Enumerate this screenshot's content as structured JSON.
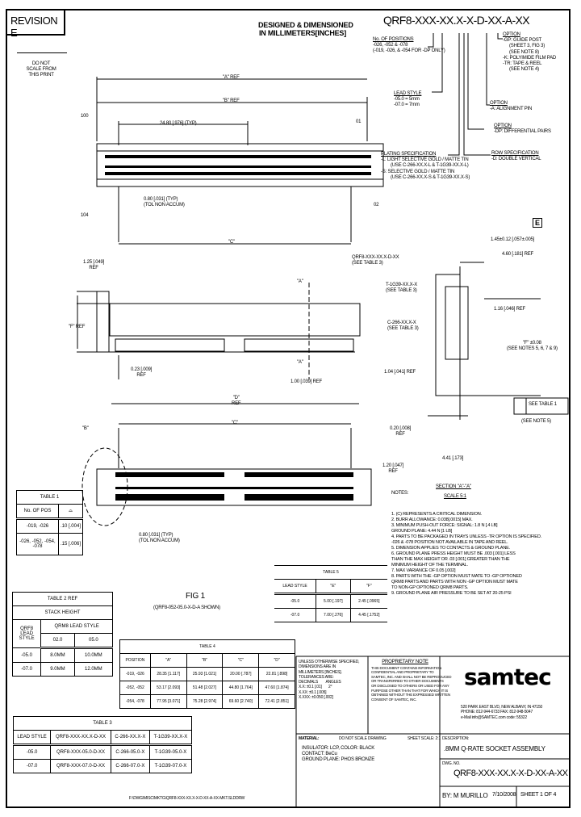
{
  "revision": "REVISION E",
  "do_not_scale": [
    "DO NOT",
    "SCALE FROM",
    "THIS PRINT"
  ],
  "header": {
    "designed": [
      "DESIGNED & DIMENSIONED",
      "IN MILLIMETERS[INCHES]"
    ],
    "part_number": "QRF8-XXX-XX.X-X-D-XX-A-XX"
  },
  "part_callouts": {
    "positions": {
      "title": "No. OF POSITIONS",
      "values": [
        "-026, -052 & -078",
        "(-019, -026, & -054 FOR -DP ONLY)"
      ]
    },
    "lead_style": {
      "title": "LEAD STYLE",
      "values": [
        "-05.0 = 5mm",
        "-07.0 = 7mm"
      ]
    },
    "plating": {
      "title": "PLATING SPECIFICATION",
      "values": [
        "-L: LIGHT SELECTIVE GOLD / MATTE TIN",
        "(USE C-266-XX.X-L & T-1G39-XX.X-L)",
        "-S: SELECTIVE GOLD / MATTE TIN",
        "(USE C-266-XX.X-S & T-1G39-XX.X-S)"
      ]
    },
    "row_spec": {
      "title": "ROW SPECIFICATION",
      "values": [
        "-D: DOUBLE VERTICAL"
      ]
    },
    "option_dp": {
      "title": "OPTION",
      "values": [
        "-DP: DIFFERENTIAL PAIRS"
      ]
    },
    "option_a": {
      "title": "OPTION",
      "values": [
        "-A: ALIGNMENT PIN"
      ]
    },
    "option_main": {
      "title": "OPTION",
      "values": [
        "-GP: GUIDE POST",
        "(SHEET 3, FIG 3)",
        "(SEE NOTE 8)",
        "-K: POLYIMIDE FILM PAD",
        "-TR: TAPE & REEL",
        "(SEE NOTE 4)"
      ]
    }
  },
  "top_view": {
    "dim_a": "\"A\" REF",
    "dim_b": "\"B\" REF",
    "pitch": "24.80 [.976] (TYP)",
    "dim_c": "\"C\"",
    "pin_spacing": [
      "0.80 [.031] (TYP)",
      "(TOL NON ACCUM)"
    ],
    "labels": [
      "100",
      "104",
      "01",
      "02"
    ]
  },
  "side_view": {
    "top": [
      "1.25 [.049]",
      "REF"
    ],
    "height": "\"F\" REF",
    "bottom": [
      "0.23 [.009]",
      "REF"
    ],
    "right": "1.00 [.039] REF",
    "section_marks": [
      "\"A\"",
      "\"A\""
    ],
    "callout": [
      "QRF8-XXX-XX.X-D-XX",
      "(SEE TABLE 3)"
    ]
  },
  "section_view": {
    "critical_e": "E",
    "width_tol": "1.45±0.12 [.057±.005]",
    "width_ref": "4.60 [.181] REF",
    "terminal": [
      "T-1G39-XX.X-X",
      "(SEE TABLE 3)"
    ],
    "contact": [
      "C-266-XX.X-X",
      "(SEE TABLE 3)"
    ],
    "h1": "1.16 [.046] REF",
    "f_tol": [
      "\"F\" ±0.08",
      "(SEE NOTES 5, 6, 7 & 9)"
    ],
    "h2": "1.04 [.041] REF",
    "see_table": "SEE TABLE 1",
    "see_note": "(SEE NOTE 5)",
    "d1": [
      "0.20 [.008]",
      "REF"
    ],
    "d2": "4.41 [.173]",
    "d3": [
      "1.20 [.047]",
      "REF"
    ],
    "title": "SECTION \"A\"-\"A\"",
    "scale": "SCALE 5:1"
  },
  "bottom_view": {
    "dim_d": [
      "\"D\"",
      "REF"
    ],
    "dim_c": "\"C\"",
    "label_b": "\"B\"",
    "pin_spacing": [
      "0.80 [.031] (TYP)",
      "(TOL NON ACCUM)"
    ],
    "fig_title": "FIG 1",
    "fig_sub": "(QRF8-052-05.0-X-D-A SHOWN)"
  },
  "notes": {
    "title": "NOTES:",
    "items": [
      "1. (C) REPRESENTS A CRITICAL DIMENSION.",
      "2. BURR ALLOWANCE: 0.038[.0015] MAX.",
      "3. MINIMUM PUSH-OUT FORCE: SIGNAL: 1.8 N [.4 LB]",
      "   GROUND PLANE: 4.44 N [1 LB]",
      "4. PARTS TO BE PACKAGED IN TRAYS UNLESS -TR OPTION IS SPECIFIED.",
      "   -026 & -078 POSITION NOT AVAILABLE IN TAPE AND REEL.",
      "5. DIMENSION APPLIES TO CONTACTS & GROUND PLANE.",
      "6. GROUND PLANE PRESS HEIGHT MUST BE .003 [.001] LESS",
      "   THAN THE MAX HEIGHT OR .03 [.001] GREATER THAN THE",
      "   MINIMUM HEIGHT OF THE TERMINAL.",
      "7. MAX VARIANCE OF 0.05 [.002]",
      "8. PARTS WITH THE -GP OPTION MUST MATE TO -GP OPTIONED",
      "   QRM8 PARTS AND PARTS WITH NON -GP OPTION MUST MATE",
      "   TO NON-GP OPTIONED QRM8 PARTS.",
      "9. GROUND PLANE AIR PRESSURE TO BE SET AT 20-25 PSI"
    ]
  },
  "table1": {
    "title": "TABLE 1",
    "headers": [
      "No. OF POS",
      "⌓"
    ],
    "rows": [
      [
        "-019, -026",
        ".10 [.004]"
      ],
      [
        "-026, -052, -054, -078",
        ".15 [.006]"
      ]
    ]
  },
  "table2": {
    "title": "TABLE 2 REF",
    "subtitle": "STACK HEIGHT",
    "row_label": [
      "QRF8",
      "LEAD",
      "STYLE"
    ],
    "col_label": "QRM8 LEAD STYLE",
    "cols": [
      "02.0",
      "05.0"
    ],
    "rows": [
      [
        "-05.0",
        "8.0MM",
        "10.0MM"
      ],
      [
        "-07.0",
        "9.0MM",
        "12.0MM"
      ]
    ]
  },
  "table3": {
    "title": "TABLE 3",
    "headers": [
      "LEAD STYLE",
      "QRF8-XXX-XX.X-D-XX",
      "C-266-XX.X-X",
      "T-1G39-XX.X-X"
    ],
    "rows": [
      [
        "-05.0",
        "QRF8-XXX-05.0-D-XX",
        "C-266-05.0-X",
        "T-1G39-05.0-X"
      ],
      [
        "-07.0",
        "QRF8-XXX-07.0-D-XX",
        "C-266-07.0-X",
        "T-1G39-07.0-X"
      ]
    ]
  },
  "table4": {
    "title": "TABLE 4",
    "headers": [
      "POSITION",
      "\"A\"",
      "\"B\"",
      "\"C\"",
      "\"D\""
    ],
    "rows": [
      [
        "-019, -026",
        "28.35 [1.117]",
        "25.93 [1.021]",
        "20.00 [.787]",
        "22.81 [.898]"
      ],
      [
        "-052, -052",
        "53.17 [2.093]",
        "51.48 [2.027]",
        "44.80 [1.764]",
        "47.60 [1.874]"
      ],
      [
        "-054, -078",
        "77.95 [3.071]",
        "75.28 [2.974]",
        "69.60 [2.740]",
        "72.41 [2.851]"
      ]
    ]
  },
  "table5": {
    "title": "TABLE 5",
    "headers": [
      "LEAD STYLE",
      "\"E\"",
      "\"F\""
    ],
    "rows": [
      [
        "-05.0",
        "5.00 [.197]",
        "2.45 [.0965]"
      ],
      [
        "-07.0",
        "7.00 [.276]",
        "4.45 [.1752]"
      ]
    ]
  },
  "footer_file": "F:\\DWG\\MISC\\MKTG\\QRF8-XXX-XX.X-X-D-XX-A-XX-MKT.SLDDRW",
  "title_block": {
    "tolerances": [
      "UNLESS OTHERWISE SPECIFIED,",
      "DIMENSIONS ARE IN",
      "MILLIMETERS [INCHES].",
      "TOLERANCES ARE:"
    ],
    "tol_headers": [
      "DECIMALS",
      "ANGLES"
    ],
    "tol_values": [
      "X.X: ±0.1 [.01]",
      "X.XX: ±0.1 [.005]",
      "X.XXX: ±0.050 [.002]"
    ],
    "angle": "2°",
    "proprietary_title": "PROPRIETARY NOTE",
    "proprietary_text": [
      "THIS DOCUMENT CONTAINS INFORMATION",
      "CONFIDENTIAL AND PROPRIETARY TO",
      "SAMTEC, INC. AND SHALL NOT BE REPRODUCED",
      "OR TRANSFERRED TO OTHER DOCUMENTS",
      "OR DISCLOSED TO OTHERS OR USED FOR ANY",
      "PURPOSE OTHER THAN THAT FOR WHICH IT IS",
      "OBTAINED WITHOUT THE EXPRESSED WRITTEN",
      "CONSENT OF SAMTEC, INC."
    ],
    "material_label": "MATERIAL:",
    "do_not_scale": "DO NOT SCALE DRAWING",
    "sheet_scale": "SHEET SCALE: 2:1",
    "material": [
      "INSULATOR: LCP, COLOR: BLACK",
      "CONTACT: BeCu",
      "GROUND PLANE: PHOS BRONZE"
    ],
    "company": "samtec",
    "address": [
      "520 PARK EAST BLVD, NEW ALBANY, IN 47150",
      "PHONE: 812-944-6733     FAX: 812-948-5047",
      "e-Mail info@SAMTEC.com     code: 55322"
    ],
    "description_label": "DESCRIPTION:",
    "description": ".8MM Q-RATE SOCKET ASSEMBLY",
    "dwg_label": "DWG. NO.",
    "dwg_no": "QRF8-XXX-XX.X-X-D-XX-A-XX",
    "by": "BY: M MURILLO",
    "date": "7/10/2008",
    "sheet": "SHEET 1 OF 4"
  }
}
